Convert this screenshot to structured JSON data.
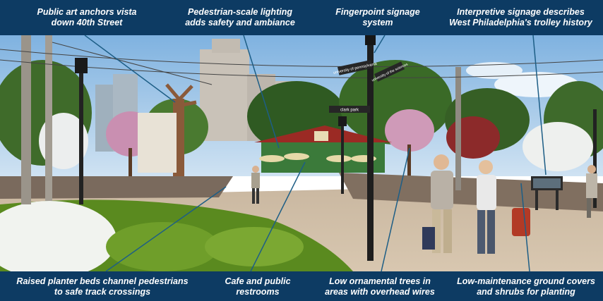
{
  "captions_top": [
    "Public art anchors vista\ndown 40th Street",
    "Pedestrian-scale lighting\nadds safety and ambiance",
    "Fingerpoint signage\nsystem",
    "Interpretive signage describes\nWest Philadelphia's trolley history"
  ],
  "captions_bottom": [
    "Raised planter beds channel pedestrians\nto safe track crossings",
    "Cafe and public\nrestrooms",
    "Low ornamental trees in\nareas with overhead wires",
    "Low-maintenance ground covers\nand shrubs for planting"
  ],
  "signs": [
    "university of pennsylvania",
    "university of the sciences",
    "clark park"
  ],
  "colors": {
    "band": "#0d3b63",
    "caption_text": "#ffffff",
    "leader": "#1d5e86"
  }
}
